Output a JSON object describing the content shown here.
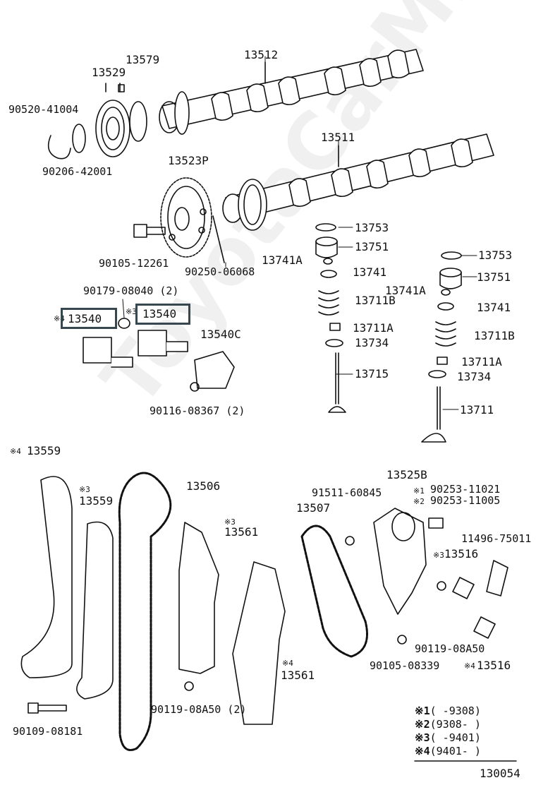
{
  "watermark": "ToyotaCarMine.ru",
  "diagram_number": "130054",
  "labels": {
    "p13579": "13579",
    "p13529": "13529",
    "p13512": "13512",
    "p90520": "90520-41004",
    "p90206": "90206-42001",
    "p13511": "13511",
    "p13523P": "13523P",
    "p90105a": "90105-12261",
    "p90250": "90250-06068",
    "p13753a": "13753",
    "p13751a": "13751",
    "p13741Aa": "13741A",
    "p13741a": "13741",
    "p13711Ba": "13711B",
    "p13711Aa": "13711A",
    "p13734a": "13734",
    "p13715": "13715",
    "p13753b": "13753",
    "p13751b": "13751",
    "p13741Ab": "13741A",
    "p13741b": "13741",
    "p13711Bb": "13711B",
    "p13711Ab": "13711A",
    "p13734b": "13734",
    "p13711": "13711",
    "p90179": "90179-08040 (2)",
    "p13540a": "13540",
    "p13540b": "13540",
    "p13540C": "13540C",
    "p90116": "90116-08367 (2)",
    "p13559a": "13559",
    "p13559b": "13559",
    "p13506": "13506",
    "p13561a": "13561",
    "p13561b": "13561",
    "p90109": "90109-08181",
    "p90119a": "90119-08A50 (2)",
    "p13507": "13507",
    "p91511": "91511-60845",
    "p13525B": "13525B",
    "p90253a": "90253-11021",
    "p90253b": "90253-11005",
    "p11496": "11496-75011",
    "p13516a": "13516",
    "p13516b": "13516",
    "p90119b": "90119-08A50",
    "p90105b": "90105-08339"
  },
  "markers": {
    "m13540": "※4",
    "m90179": "※3",
    "m13559a": "※4",
    "m13559b": "※3",
    "m13561a": "※3",
    "m13561b": "※4",
    "m90253a": "※1",
    "m90253b": "※2",
    "m13516a": "※3",
    "m13516b": "※4"
  },
  "legend": [
    {
      "symbol": "※1",
      "range": "(        -9308)"
    },
    {
      "symbol": "※2",
      "range": "(9308-        )"
    },
    {
      "symbol": "※3",
      "range": "(        -9401)"
    },
    {
      "symbol": "※4",
      "range": "(9401-        )"
    }
  ],
  "colors": {
    "callout": "#37474f",
    "ink": "#111111"
  }
}
